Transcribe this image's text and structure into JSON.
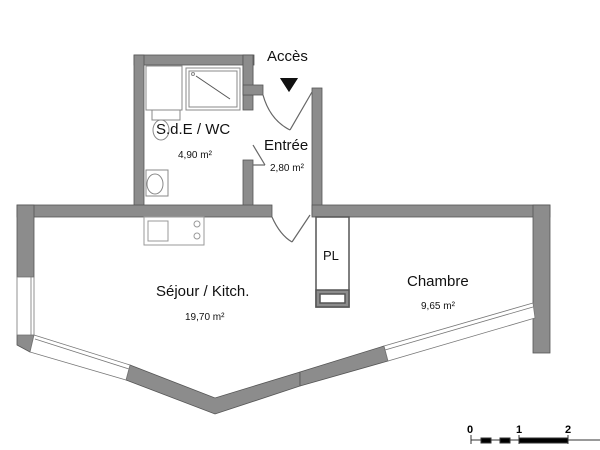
{
  "plan": {
    "access_label": "Accès",
    "rooms": [
      {
        "name": "S.d.E / WC",
        "area": "4,90 m²"
      },
      {
        "name": "Entrée",
        "area": "2,80 m²"
      },
      {
        "name": "Séjour / Kitch.",
        "area": "19,70 m²"
      },
      {
        "name": "Chambre",
        "area": "9,65 m²"
      },
      {
        "name": "PL",
        "area": ""
      }
    ],
    "scale": {
      "ticks": [
        "0",
        "1",
        "2"
      ],
      "unit": "m"
    },
    "colors": {
      "wall": "#8c8c8c",
      "wall_edge": "#555555",
      "fixture": "#999999",
      "window": "#ffffff"
    }
  }
}
